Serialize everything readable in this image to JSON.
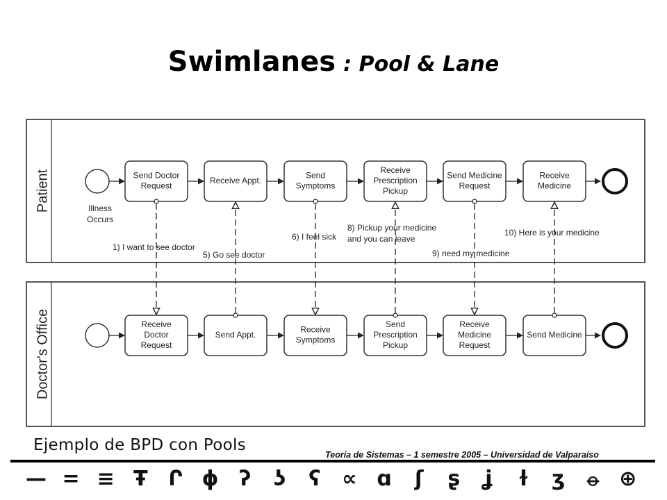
{
  "slide": {
    "title": "Swimlanes",
    "subtitle": ": Pool & Lane",
    "caption": "Ejemplo de BPD con Pools",
    "footer": "Teoría de Sistemas – 1 semestre 2005 – Universidad de Valparaíso"
  },
  "diagram": {
    "pools": [
      {
        "id": "patient",
        "label": "Patient",
        "start_label": [
          "Illness",
          "Occurs"
        ],
        "tasks": [
          [
            "Send Doctor",
            "Request"
          ],
          [
            "Receive Appt."
          ],
          [
            "Send",
            "Symptoms"
          ],
          [
            "Receive",
            "Prescription",
            "Pickup"
          ],
          [
            "Send Medicine",
            "Request"
          ],
          [
            "Receive",
            "Medicine"
          ]
        ]
      },
      {
        "id": "office",
        "label": "Doctor's Office",
        "start_label": [],
        "tasks": [
          [
            "Receive",
            "Doctor",
            "Request"
          ],
          [
            "Send Appt."
          ],
          [
            "Receive",
            "Symptoms"
          ],
          [
            "Send",
            "Prescription",
            "Pickup"
          ],
          [
            "Receive",
            "Medicine",
            "Request"
          ],
          [
            "Send Medicine"
          ]
        ]
      }
    ],
    "messages": [
      {
        "from": "patient",
        "task": 0,
        "label": [
          "1) I want to see doctor"
        ]
      },
      {
        "from": "office",
        "task": 1,
        "label": [
          "5) Go see doctor"
        ]
      },
      {
        "from": "patient",
        "task": 2,
        "label": [
          "6) I feel sick"
        ]
      },
      {
        "from": "office",
        "task": 3,
        "label": [
          "8) Pickup your medicine",
          "and you can leave"
        ]
      },
      {
        "from": "patient",
        "task": 4,
        "label": [
          "9)  need my medicine"
        ]
      },
      {
        "from": "office",
        "task": 5,
        "label": [
          "10) Here is your medicine"
        ]
      }
    ]
  },
  "glyphs": [
    "—",
    "=",
    "≡",
    "Ŧ",
    "Ր",
    "ϕ",
    "ʔ",
    "ʖ",
    "ʕ",
    "∝",
    "ɑ",
    "ʃ",
    "ʂ",
    "ʝ",
    "ɫ",
    "ʒ",
    "⦵",
    "⊕"
  ]
}
